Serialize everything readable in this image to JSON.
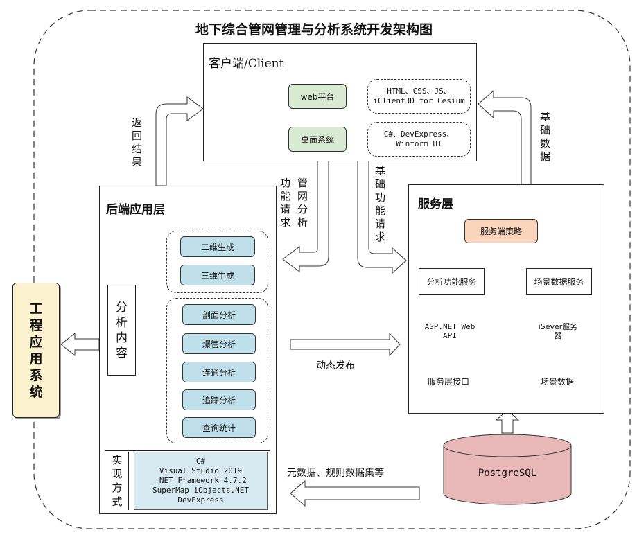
{
  "title": "地下综合管网管理与分析系统开发架构图",
  "client": {
    "title": "客户端/Client",
    "web_platform": "web平台",
    "web_tech": "HTML、CSS、JS、\niClient3D for Cesium",
    "desktop": "桌面系统",
    "desktop_tech": "C#、DevExpress、\nWinform UI"
  },
  "backend": {
    "title": "后端应用层",
    "analysis_label": "分\n析\n内\n容",
    "gen_items": [
      "二维生成",
      "三维生成"
    ],
    "analysis_items": [
      "剖面分析",
      "爆管分析",
      "连通分析",
      "追踪分析",
      "查询统计"
    ],
    "impl_label": "实\n现\n方\n式",
    "impl_details": "C#\nVisual Studio 2019\n.NET Framework 4.7.2\nSuperMap iObjects.NET\nDevExpress"
  },
  "service": {
    "title": "服务层",
    "strategy": "服务端策略",
    "analysis_service": "分析功能服务",
    "scene_service": "场景数据服务",
    "webapi": "ASP.NET Web\nAPI",
    "iserver": "iSever服务\n器",
    "interface": "服务层接口",
    "scene_data": "场景数据"
  },
  "database": "PostgreSQL",
  "engineering": "工\n程\n应\n用\n系\n统",
  "labels": {
    "return_result": "返\n回\n结\n果",
    "basic_data": "基\n础\n数\n据",
    "pipe_analysis": "管\n网\n分\n析",
    "func_request": "功\n能\n请\n求",
    "basic_func": "基\n础\n功\n能\n请\n求",
    "dynamic_publish": "动态发布",
    "meta_data": "元数据、规则数据集等"
  },
  "colors": {
    "green": "#d9ead3",
    "blue": "#bfe0ea",
    "peach": "#fad4bb",
    "db": "#e8b8b8",
    "engineering": "#fdf2d0"
  }
}
